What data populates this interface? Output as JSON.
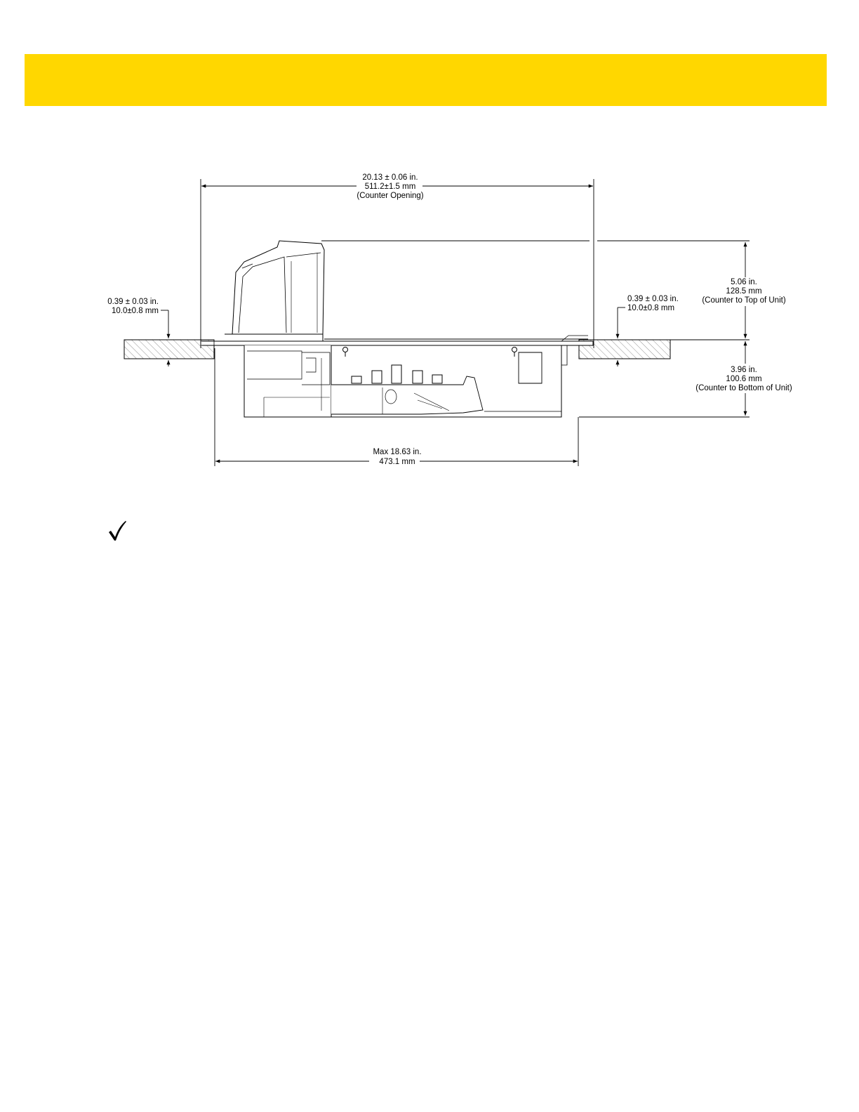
{
  "colors": {
    "banner": "#FFD700",
    "line": "#000000",
    "background": "#ffffff"
  },
  "dimensions": {
    "counter_opening": {
      "line1": "20.13 ± 0.06 in.",
      "line2": "511.2±1.5 mm",
      "line3": "(Counter Opening)"
    },
    "left_thickness": {
      "line1": "0.39 ± 0.03 in.",
      "line2": "10.0±0.8 mm"
    },
    "right_thickness": {
      "line1": "0.39 ± 0.03 in.",
      "line2": "10.0±0.8 mm"
    },
    "top_of_unit": {
      "line1": "5.06 in.",
      "line2": "128.5 mm",
      "line3": "(Counter to Top of Unit)"
    },
    "bottom_of_unit": {
      "line1": "3.96 in.",
      "line2": "100.6 mm",
      "line3": "(Counter to Bottom of Unit)"
    },
    "max_width": {
      "line1": "Max 18.63 in.",
      "line2": "473.1 mm"
    }
  },
  "note": {
    "icon": "checkmark-icon"
  }
}
